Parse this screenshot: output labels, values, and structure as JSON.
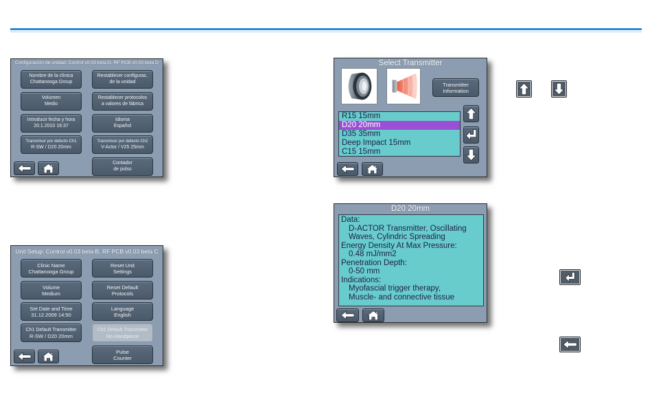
{
  "colors": {
    "page_bg": "#ffffff",
    "header_line": "#2a8ad5",
    "header_line_light": "#a9d1f0",
    "screen_bg": "#8c9db2",
    "screen_border": "#2d2d2d",
    "button_bg": "#4b5a6a",
    "button_disabled_bg": "#b2bcc6",
    "button_text": "#f0f2f5",
    "list_bg": "#68cccc",
    "list_selected_bg": "#9b4fd4",
    "list_text": "#1c2048"
  },
  "icons": {
    "back": "back-arrow-icon",
    "home": "home-icon",
    "up": "up-arrow-icon",
    "down": "down-arrow-icon",
    "enter": "enter-icon",
    "transmitter_image": "transmitter-head-image",
    "wave_image": "wave-spread-image"
  },
  "setup_es": {
    "title": "Configuración de unidad: Control v0.03 beta D, RF PCB v0.03 beta D",
    "left": [
      {
        "l1": "Nombre de la clínica",
        "l2": "Chattanooga Group"
      },
      {
        "l1": "Volumen",
        "l2": "Medio"
      },
      {
        "l1": "Introducir fecha y hora",
        "l2": "20.1.2010 16:37"
      },
      {
        "l1": "Transmisor por defecto Ch1",
        "l2": "R-SW / D20 20mm"
      }
    ],
    "right": [
      {
        "l1": "Restablecer configurac.",
        "l2": "de la unidad"
      },
      {
        "l1": "Restablecer protocolos",
        "l2": "a valores de fábrica"
      },
      {
        "l1": "Idioma",
        "l2": "Español"
      },
      {
        "l1": "Transmisor por defecto Ch2",
        "l2": "V-Actor / V25 25mm"
      },
      {
        "l1": "Contador",
        "l2": "de pulso"
      }
    ]
  },
  "setup_en": {
    "title": "Unit Setup: Control v0.03 beta B, RF PCB v0.03 beta C",
    "left": [
      {
        "l1": "Clinic Name",
        "l2": "Chattanooga Group"
      },
      {
        "l1": "Volume",
        "l2": "Medium"
      },
      {
        "l1": "Set Date and Time",
        "l2": "31.12.2009 14:50"
      },
      {
        "l1": "Ch1 Default Transmitter",
        "l2": "R-SW / D20 20mm"
      }
    ],
    "right": [
      {
        "l1": "Reset Unit",
        "l2": "Settings"
      },
      {
        "l1": "Reset Default",
        "l2": "Protocols"
      },
      {
        "l1": "Language",
        "l2": "English"
      },
      {
        "l1": "Ch2 Default Transmitter",
        "l2": "No Handpiece",
        "disabled": true
      },
      {
        "l1": "Pulse",
        "l2": "Counter"
      }
    ]
  },
  "select": {
    "title": "Select Transmitter",
    "info_button": {
      "l1": "Transmitter",
      "l2": "Information"
    },
    "list": [
      {
        "label": "R15 15mm",
        "selected": false
      },
      {
        "label": "D20 20mm",
        "selected": true
      },
      {
        "label": "D35 35mm",
        "selected": false
      },
      {
        "label": "Deep Impact 15mm",
        "selected": false
      },
      {
        "label": "C15 15mm",
        "selected": false
      }
    ]
  },
  "detail": {
    "title": "D20 20mm",
    "sections": [
      {
        "heading": "Data:",
        "values": [
          "D-ACTOR Transmitter, Oscillating",
          "Waves, Cylindric Spreading"
        ]
      },
      {
        "heading": "Energy Density At Max Pressure:",
        "values": [
          "0.48 mJ/mm2"
        ]
      },
      {
        "heading": "Penetration Depth:",
        "values": [
          "0-50 mm"
        ]
      },
      {
        "heading": "Indications:",
        "values": [
          "Myofascial trigger therapy,",
          "Muscle- and connective tissue"
        ]
      }
    ]
  }
}
